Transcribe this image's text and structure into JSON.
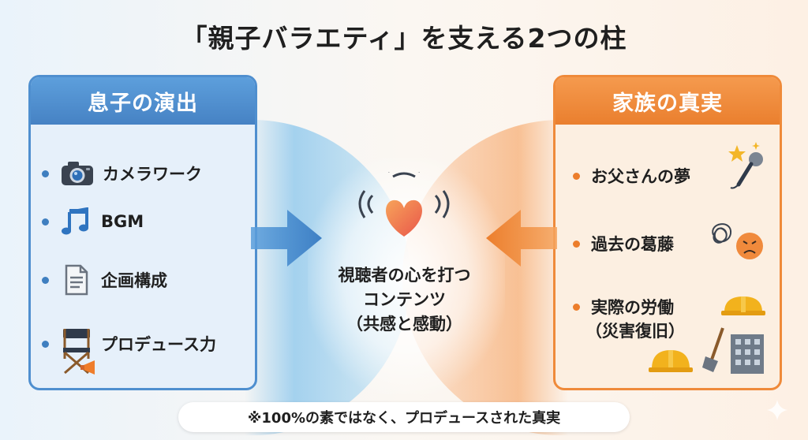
{
  "title": "「親子バラエティ」を支える2つの柱",
  "left_panel": {
    "heading": "息子の演出",
    "items": [
      {
        "label": "カメラワーク",
        "icon": "camera-icon"
      },
      {
        "label": "BGM",
        "icon": "music-note-icon"
      },
      {
        "label": "企画構成",
        "icon": "document-icon"
      },
      {
        "label": "プロデュース力",
        "icon": "director-chair-icon"
      }
    ]
  },
  "right_panel": {
    "heading": "家族の真実",
    "items": [
      {
        "label": "お父さんの夢",
        "icon": "microphone-star-icon"
      },
      {
        "label": "過去の葛藤",
        "icon": "tangle-sad-face-icon"
      },
      {
        "label": "実際の労働",
        "sublabel": "（災害復旧）",
        "icon": "hardhat-shovel-building-icon"
      }
    ]
  },
  "center": {
    "line1": "視聴者の心を打つ",
    "line2": "コンテンツ",
    "line3": "（共感と感動）",
    "icon": "heart-icon"
  },
  "footer": "※100%の素ではなく、プロデュースされた真実",
  "colors": {
    "blue": "#4f8fcf",
    "orange": "#ef8a3a"
  }
}
